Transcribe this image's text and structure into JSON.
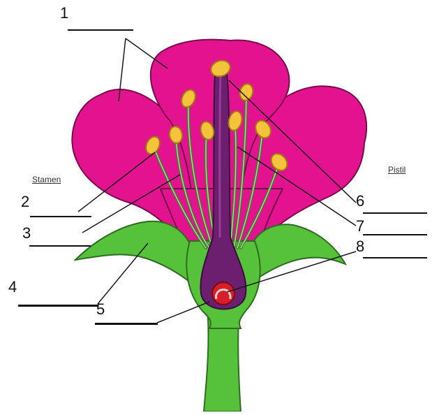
{
  "labels": {
    "l1": "1",
    "l2": "2",
    "l3": "3",
    "l4": "4",
    "l5": "5",
    "l6": "6",
    "l7": "7",
    "l8": "8"
  },
  "words": {
    "stamen": "Stamen",
    "pistil": "Pistil"
  },
  "colors": {
    "petal": "#e3138f",
    "petal_outline": "#7a0b4a",
    "sepal": "#56c23a",
    "pistil": "#6b1f6e",
    "ovule": "#d81e2a",
    "anther": "#f5c33b",
    "filament": "#4a8a3a",
    "line": "#1a1a1a"
  }
}
